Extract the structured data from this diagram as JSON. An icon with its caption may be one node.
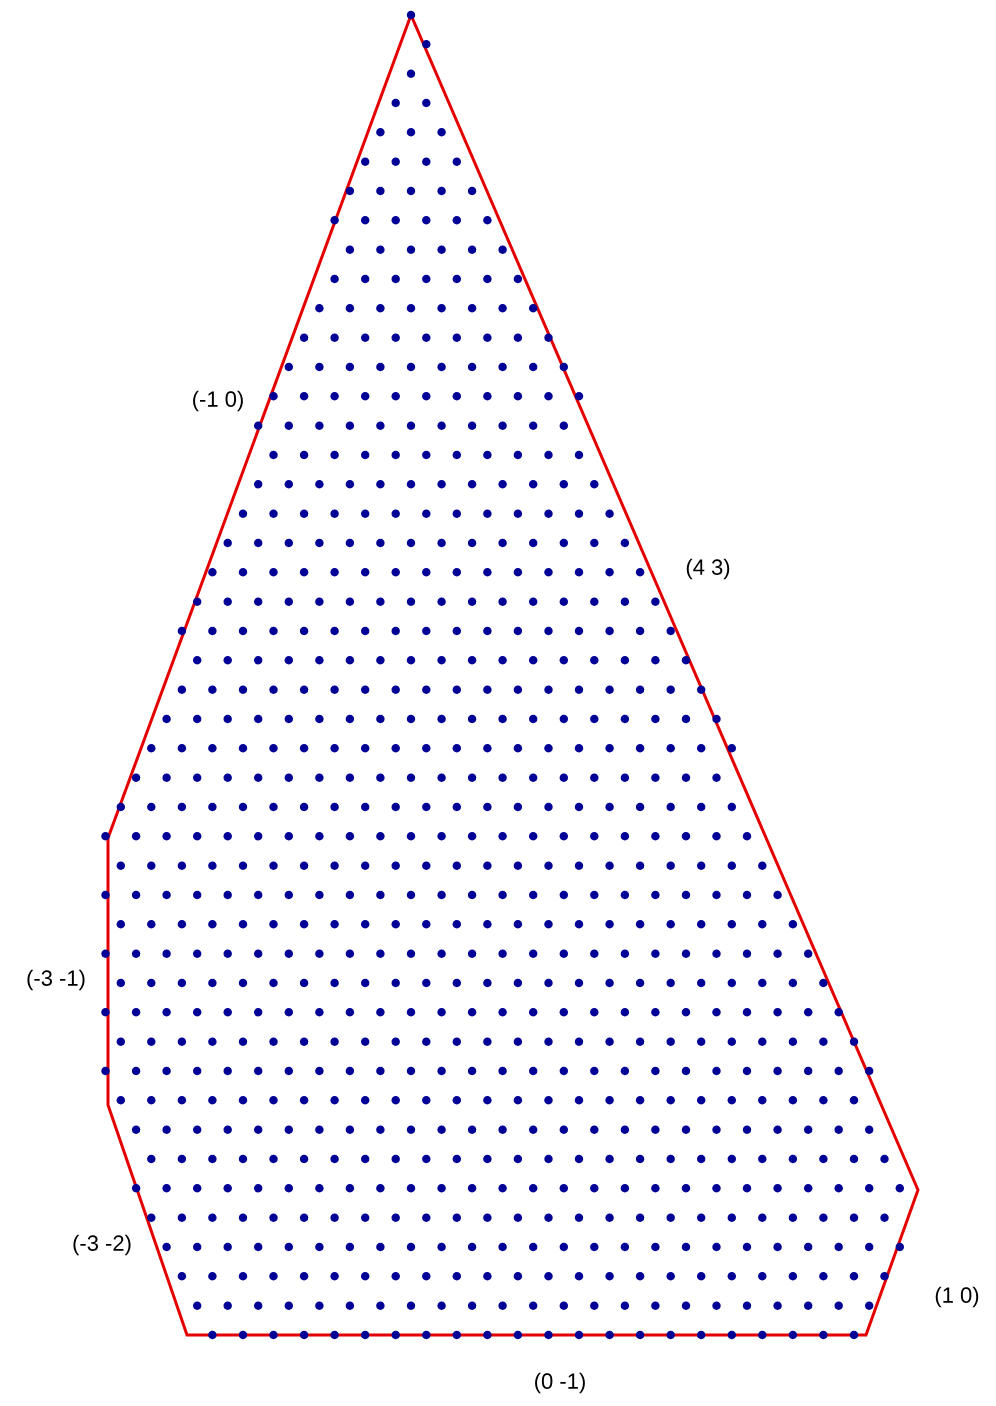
{
  "diagram": {
    "labels": [
      "(-1 0)",
      "(4 3)",
      "(-3 -1)",
      "(-3 -2)",
      "(1 0)",
      "(0 -1)"
    ]
  }
}
